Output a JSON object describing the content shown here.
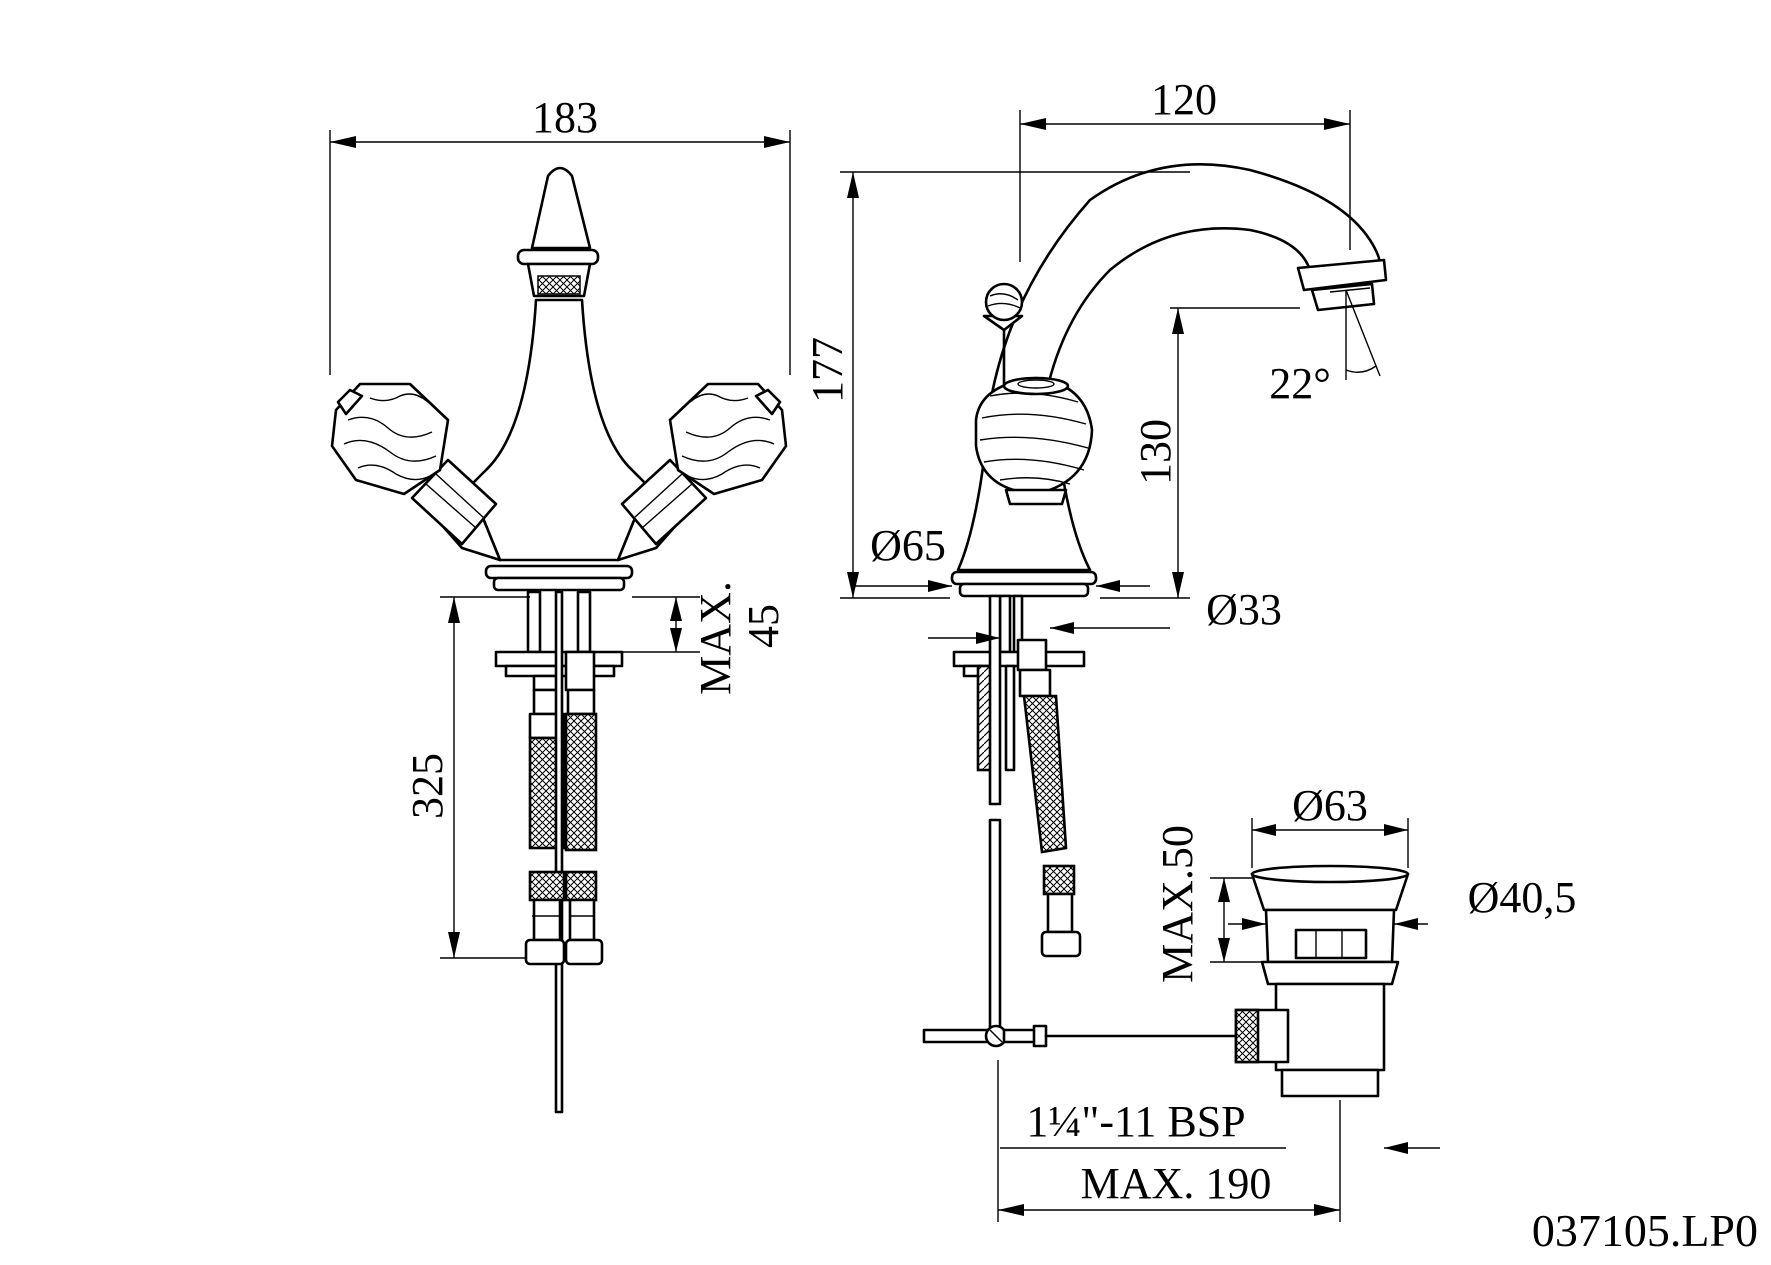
{
  "drawing": {
    "dimensions": {
      "width_total": "183",
      "spout_reach": "120",
      "height_total": "177",
      "tap_height": "130",
      "spout_angle": "22°",
      "base_diameter": "Ø65",
      "pipe_diameter": "Ø33",
      "mounting_max": "MAX.",
      "mounting_max_value": "45",
      "hose_length": "325",
      "waste_top_diameter": "Ø63",
      "waste_body_diameter": "Ø40,5",
      "waste_max_height": "MAX.50",
      "thread_spec": "1¼\"-11 BSP",
      "rod_max_length": "MAX. 190"
    },
    "drawing_code": "037105.LP0"
  }
}
